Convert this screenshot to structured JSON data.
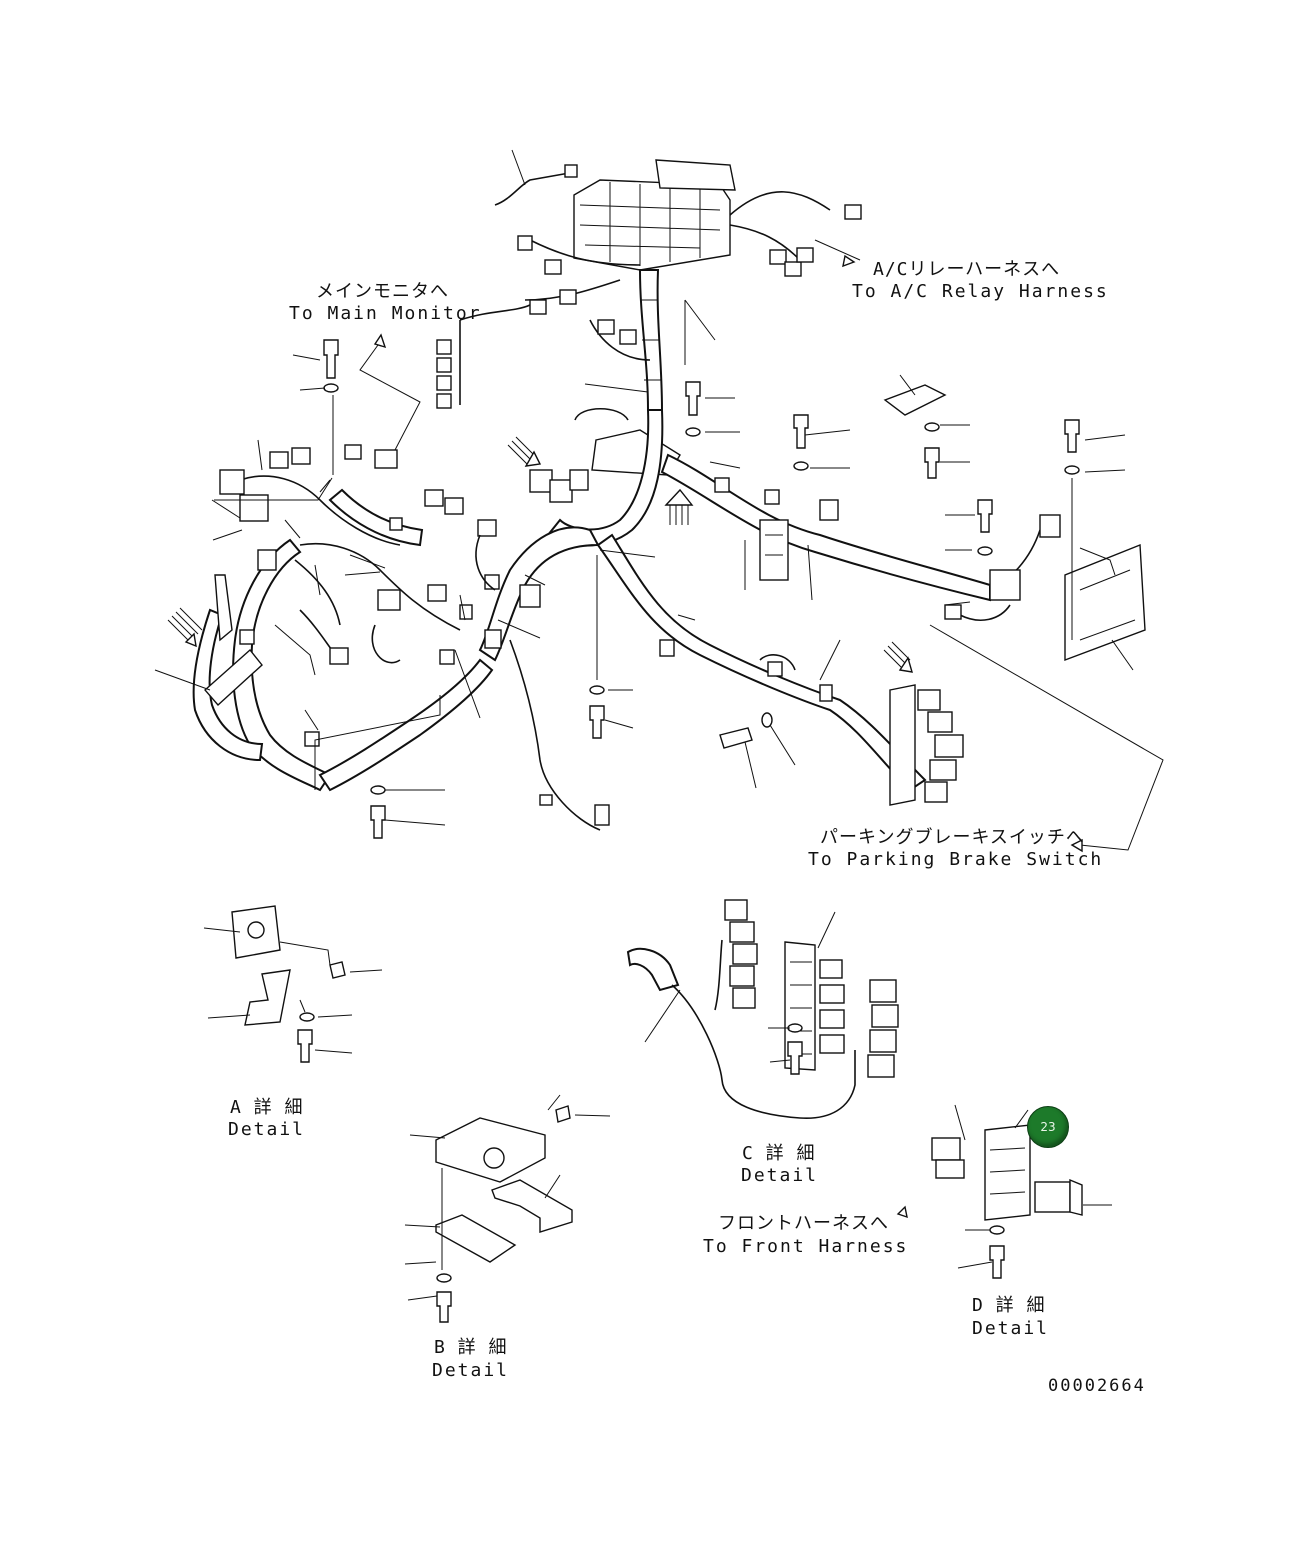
{
  "labels": {
    "main_monitor_jp": "メインモニタへ",
    "main_monitor_en": "To Main Monitor",
    "ac_relay_jp": "A/Cリレーハーネスへ",
    "ac_relay_en": "To A/C Relay Harness",
    "parking_jp": "パーキングブレーキスイッチへ",
    "parking_en": "To Parking Brake Switch",
    "front_jp": "フロントハーネスへ",
    "front_en": "To Front Harness"
  },
  "details": {
    "a_jp": "A 詳 細",
    "a_en": "Detail",
    "b_jp": "B 詳 細",
    "b_en": "Detail",
    "c_jp": "C 詳 細",
    "c_en": "Detail",
    "d_jp": "D 詳 細",
    "d_en": "Detail"
  },
  "callout": {
    "number": "23",
    "color": "#1d7a2a"
  },
  "drawing_number": "00002664"
}
